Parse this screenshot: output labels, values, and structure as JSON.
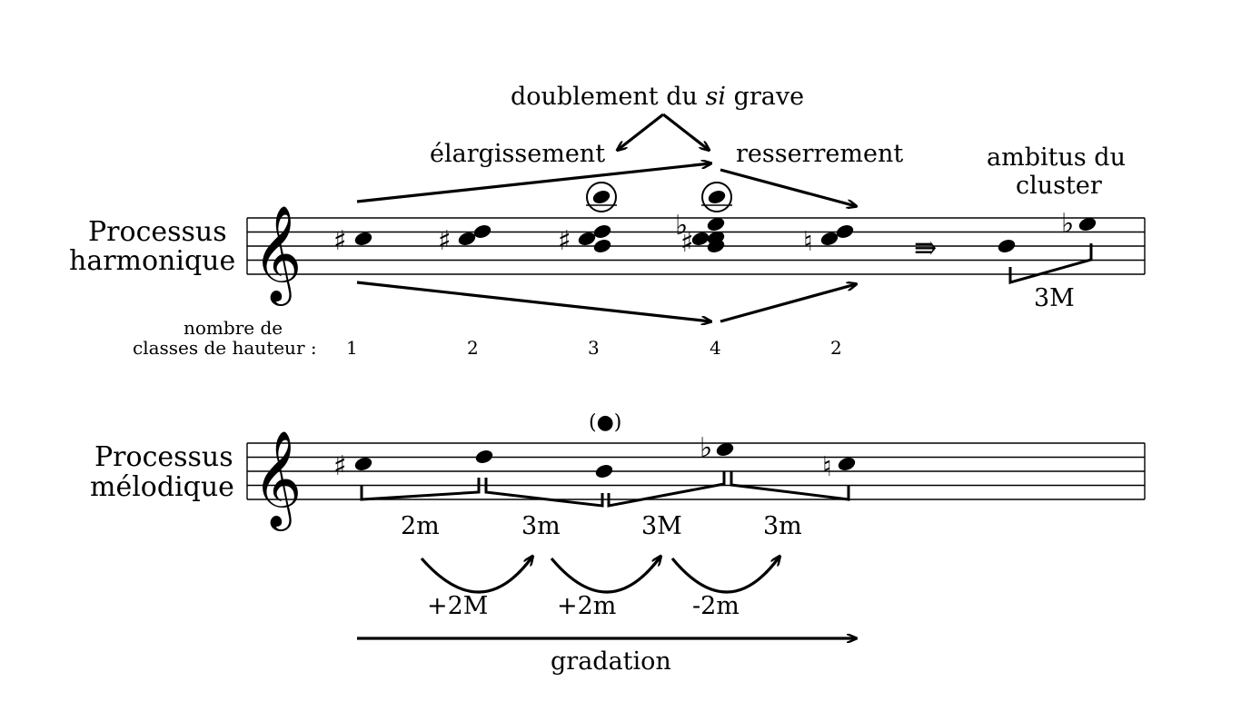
{
  "harmonic": {
    "label_line1": "Processus",
    "label_line2": "harmonique",
    "top_label": "doublement du si grave",
    "top_label_before": "doublement du ",
    "top_label_italic": "si",
    "top_label_after": " grave",
    "widening": "élargissement",
    "narrowing": "resserrement",
    "ambitus_line1": "ambitus du",
    "ambitus_line2": "cluster",
    "ambitus_interval": "3M",
    "implies": "⇛",
    "count_label_line1": "nombre de",
    "count_label_line2": "classes de hauteur :",
    "counts": [
      "1",
      "2",
      "3",
      "4",
      "2"
    ]
  },
  "melodic": {
    "label_line1": "Processus",
    "label_line2": "mélodique",
    "intervals": [
      "2m",
      "3m",
      "3M",
      "3m"
    ],
    "changes": [
      "+2M",
      "+2m",
      "-2m"
    ],
    "gradation": "gradation"
  },
  "symbols": {
    "clef": "𝄞",
    "sharp": "♯",
    "natural": "♮",
    "flat": "♭",
    "paren_note": "(●)"
  }
}
